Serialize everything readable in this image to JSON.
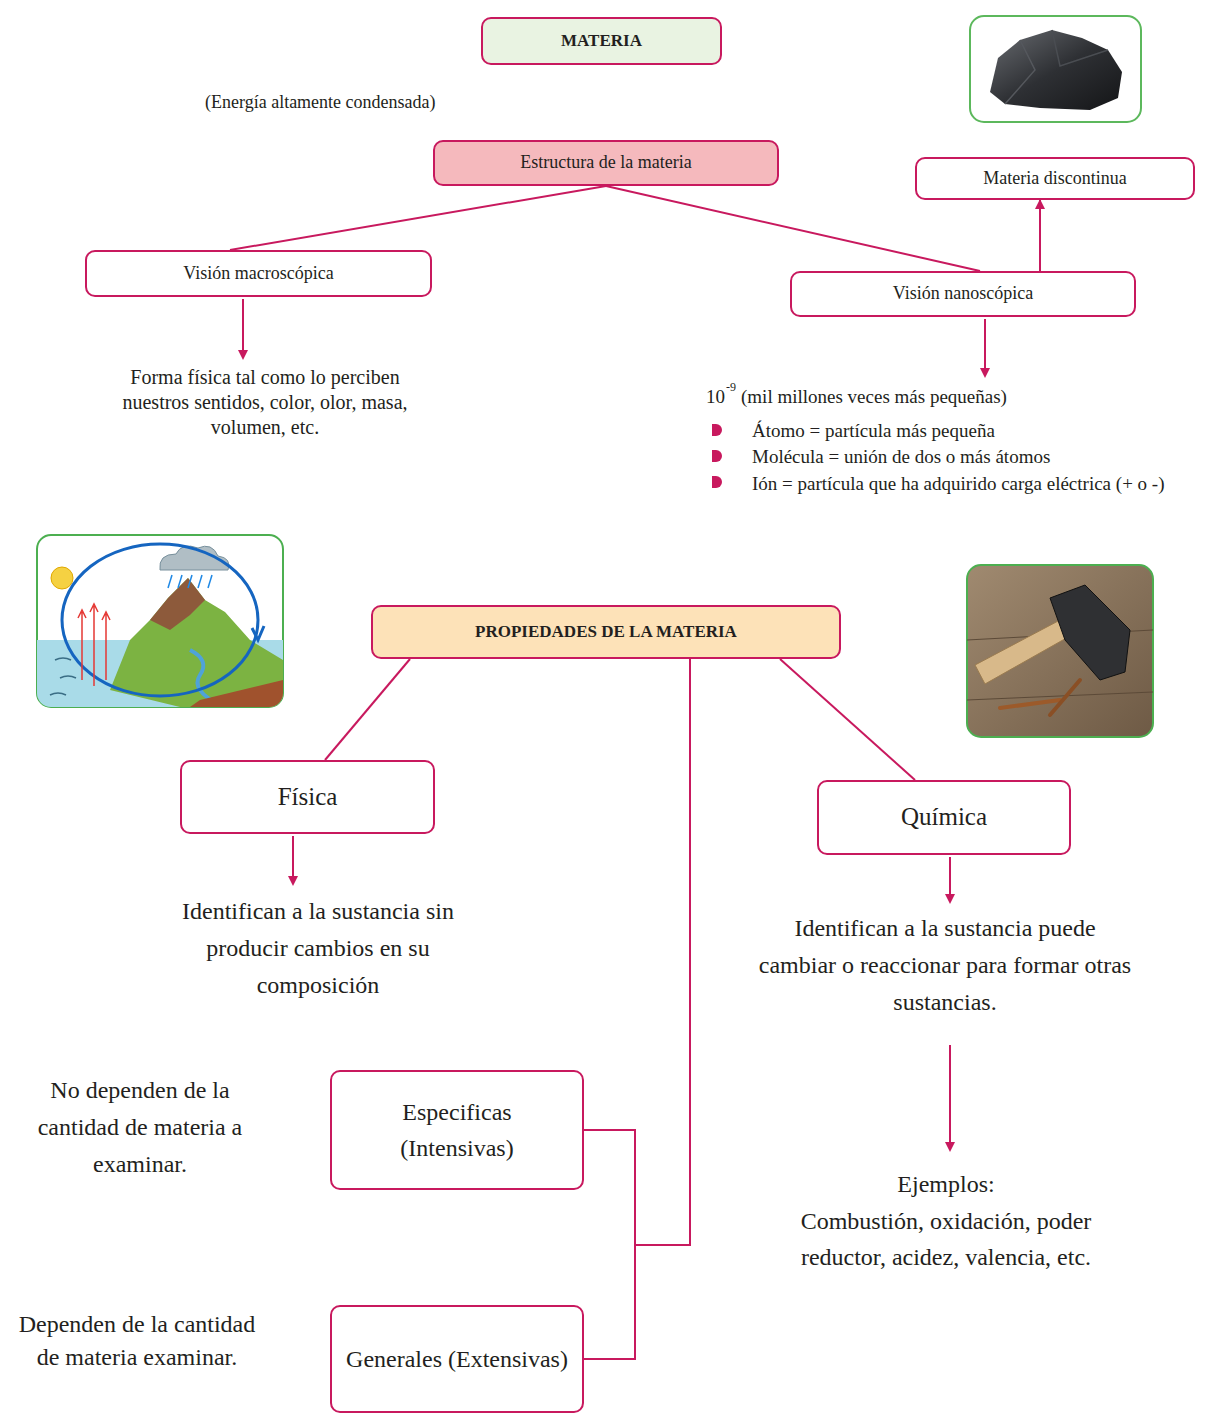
{
  "diagram": {
    "nodes": [
      {
        "text": [
          "MATERIA"
        ]
      },
      {
        "text": [
          "Estructura de la materia"
        ]
      },
      {
        "text": [
          "Materia discontinua"
        ]
      },
      {
        "text": [
          "Visión macroscópica"
        ]
      },
      {
        "text": [
          "Visión nanoscópica"
        ]
      },
      {
        "text": [
          "PROPIEDADES DE LA MATERIA"
        ]
      },
      {
        "text": [
          "Física"
        ]
      },
      {
        "text": [
          "Química"
        ]
      },
      {
        "text": [
          "Especificas (Intensivas)"
        ]
      },
      {
        "text": [
          "Generales (Extensivas)"
        ]
      }
    ],
    "edges": [
      {
        "from": 1,
        "to": 3,
        "arrow": "none"
      },
      {
        "from": 1,
        "to": 4,
        "arrow": "none"
      },
      {
        "from": 4,
        "to": 2,
        "arrow": "to"
      },
      {
        "from": 5,
        "to": 6,
        "arrow": "none"
      },
      {
        "from": 5,
        "to": 7,
        "arrow": "none"
      },
      {
        "from": 5,
        "to": 8,
        "arrow": "none"
      },
      {
        "from": 5,
        "to": 9,
        "arrow": "none"
      }
    ],
    "labels": [
      "(Energía altamente condensada)",
      "Forma física tal como lo perciben nuestros sentidos, color, olor, masa, volumen, etc.",
      "10",
      "-9",
      "(mil millones veces más pequeñas)",
      "Átomo = partícula más pequeña",
      "Molécula = unión de dos o más átomos",
      "Ión = partícula que ha adquirido carga eléctrica (+ o -)",
      "Identifican a la sustancia sin producir cambios en su composición",
      "Identifican a la sustancia puede cambiar o reaccionar para formar otras sustancias.",
      "No dependen de la cantidad de materia a examinar.",
      "Dependen de la cantidad de materia examinar.",
      "Ejemplos:",
      "Combustión, oxidación, poder reductor, acidez, valencia, etc."
    ]
  }
}
